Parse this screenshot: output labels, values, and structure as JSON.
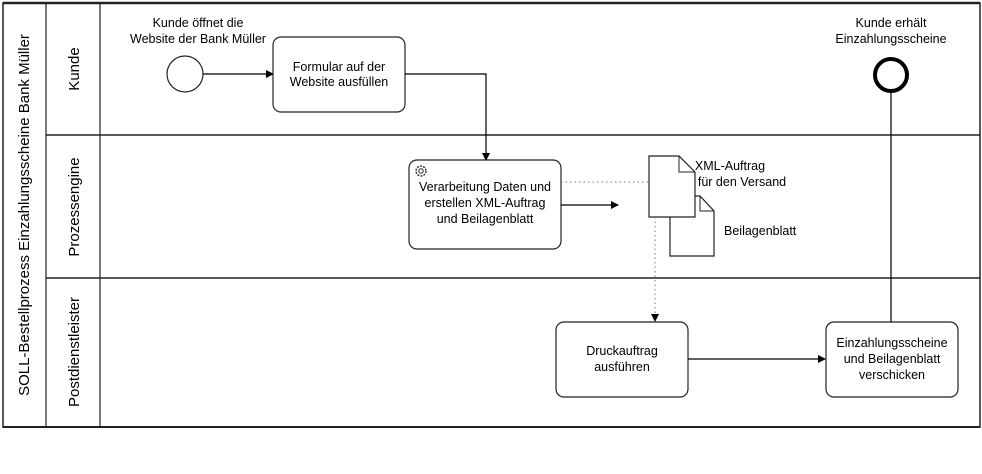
{
  "pool": {
    "title": "SOLL-Bestellprozess Einzahlungsscheine Bank Müller"
  },
  "lanes": [
    {
      "name": "Kunde"
    },
    {
      "name": "Prozessengine"
    },
    {
      "name": "Postdienstleister"
    }
  ],
  "events": {
    "start": {
      "label_line1": "Kunde öffnet die",
      "label_line2": "Website der Bank Müller"
    },
    "end": {
      "label_line1": "Kunde erhält",
      "label_line2": "Einzahlungsscheine"
    }
  },
  "tasks": {
    "formular": {
      "line1": "Formular auf der",
      "line2": "Website ausfüllen"
    },
    "verarbeitung": {
      "line1": "Verarbeitung Daten und",
      "line2": "erstellen XML-Auftrag",
      "line3": "und Beilagenblatt",
      "icon": "gear-icon"
    },
    "druck": {
      "line1": "Druckauftrag",
      "line2": "ausführen"
    },
    "verschicken": {
      "line1": "Einzahlungsscheine",
      "line2": "und Beilagenblatt",
      "line3": "verschicken"
    }
  },
  "data_objects": {
    "xml": {
      "line1": "XML-Auftrag",
      "line2": "für den Versand"
    },
    "beilage": {
      "label": "Beilagenblatt"
    }
  }
}
